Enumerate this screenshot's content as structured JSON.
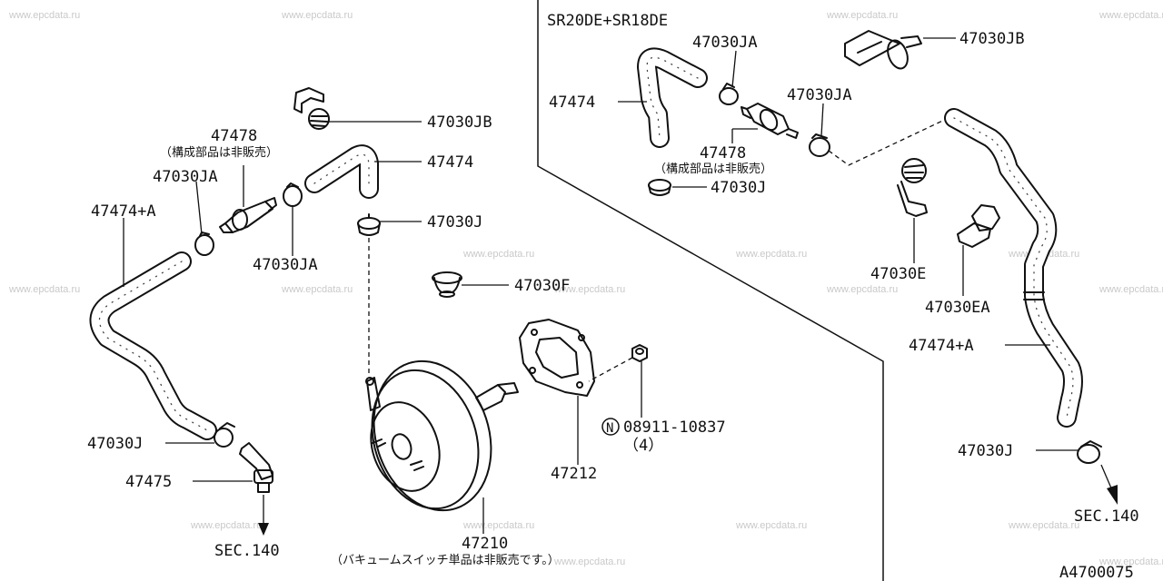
{
  "diagram": {
    "variant_title": "SR20DE+SR18DE",
    "figure_code": "A4700075",
    "left_labels": [
      {
        "id": "l-47030jb",
        "text": "47030JB"
      },
      {
        "id": "l-47478",
        "text": "47478"
      },
      {
        "id": "l-47478-note",
        "text": "（構成部品は非販売）"
      },
      {
        "id": "l-47474",
        "text": "47474"
      },
      {
        "id": "l-47030ja-a",
        "text": "47030JA"
      },
      {
        "id": "l-47474a",
        "text": "47474+A"
      },
      {
        "id": "l-47030j-top",
        "text": "47030J"
      },
      {
        "id": "l-47030ja-b",
        "text": "47030JA"
      },
      {
        "id": "l-47030f",
        "text": "47030F"
      },
      {
        "id": "l-08911",
        "text": "08911-10837"
      },
      {
        "id": "l-08911-qty",
        "text": "（4）"
      },
      {
        "id": "l-n-symbol",
        "text": "N"
      },
      {
        "id": "l-47030j-bottom",
        "text": "47030J"
      },
      {
        "id": "l-47475",
        "text": "47475"
      },
      {
        "id": "l-47212",
        "text": "47212"
      },
      {
        "id": "l-sec140-left",
        "text": "SEC.140"
      },
      {
        "id": "l-47210",
        "text": "47210"
      },
      {
        "id": "l-47210-note",
        "text": "（バキュームスイッチ単品は非販売です。）"
      }
    ],
    "right_labels": [
      {
        "id": "r-47030ja-top",
        "text": "47030JA"
      },
      {
        "id": "r-47030jb",
        "text": "47030JB"
      },
      {
        "id": "r-47474",
        "text": "47474"
      },
      {
        "id": "r-47030ja-mid",
        "text": "47030JA"
      },
      {
        "id": "r-47478",
        "text": "47478"
      },
      {
        "id": "r-47478-note",
        "text": "（構成部品は非販売）"
      },
      {
        "id": "r-47030j",
        "text": "47030J"
      },
      {
        "id": "r-47030e",
        "text": "47030E"
      },
      {
        "id": "r-47030ea",
        "text": "47030EA"
      },
      {
        "id": "r-47474a",
        "text": "47474+A"
      },
      {
        "id": "r-47030j-bottom",
        "text": "47030J"
      },
      {
        "id": "r-sec140",
        "text": "SEC.140"
      }
    ],
    "watermark": "www.epcdata.ru"
  }
}
